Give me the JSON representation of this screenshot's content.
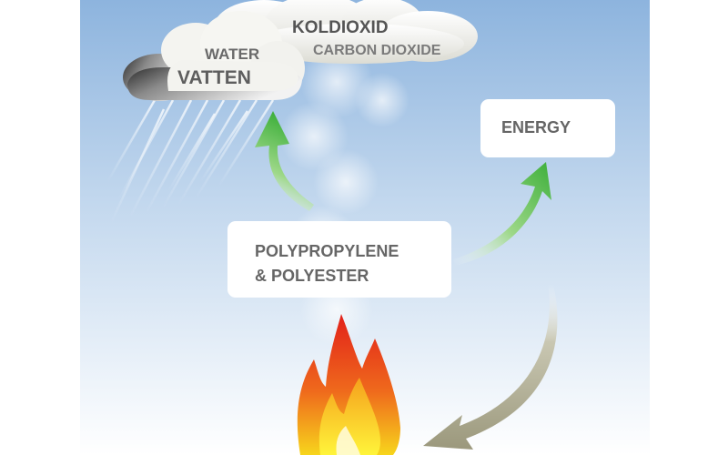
{
  "labels": {
    "water_en": "WATER",
    "water_sv": "VATTEN",
    "co2_sv": "KOLDIOXID",
    "co2_en": "CARBON DIOXIDE",
    "energy": "ENERGY",
    "material_line1": "POLYPROPYLENE",
    "material_line2": "& POLYESTER"
  },
  "colors": {
    "sky_top": "#8fb6e0",
    "sky_bottom": "#ffffff",
    "label_gray": "#6a6a6a",
    "arrow_green": "#5cbf4a",
    "arrow_khaki": "#a8a58a",
    "flame_red": "#e02a1c",
    "flame_orange": "#f08a1a",
    "flame_yellow": "#f7e51e"
  },
  "icons": [
    "rain-cloud-icon",
    "cloud-icon",
    "green-arrow-icon",
    "khaki-arrow-icon",
    "flame-icon"
  ]
}
